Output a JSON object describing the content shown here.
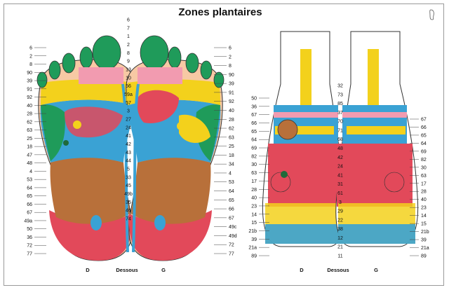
{
  "title": "Zones plantaires",
  "footer": {
    "d": "D",
    "dessous": "Dessous",
    "g": "G"
  },
  "sole_view": {
    "left_numbers": [
      "6",
      "2",
      "8",
      "90",
      "39",
      "91",
      "92",
      "40",
      "28",
      "62",
      "63",
      "25",
      "18",
      "47",
      "48",
      "4",
      "53",
      "64",
      "65",
      "66",
      "67",
      "49a",
      "50",
      "36",
      "72",
      "77"
    ],
    "right_numbers": [
      "6",
      "2",
      "8",
      "90",
      "39",
      "91",
      "92",
      "40",
      "28",
      "62",
      "63",
      "25",
      "18",
      "34",
      "4",
      "53",
      "64",
      "65",
      "66",
      "67",
      "49c",
      "49d",
      "72",
      "77"
    ],
    "center_numbers": [
      "6",
      "7",
      "1",
      "2",
      "8",
      "9",
      "13",
      "10",
      "56",
      "59a",
      "57",
      "3",
      "27",
      "24",
      "41",
      "42",
      "43",
      "44",
      "5",
      "33",
      "45",
      "49b",
      "35",
      "46",
      "74"
    ]
  },
  "ankle_view": {
    "left_numbers": [
      "50",
      "36",
      "67",
      "66",
      "65",
      "64",
      "69",
      "82",
      "30",
      "63",
      "17",
      "28",
      "40",
      "23",
      "14",
      "15",
      "21b",
      "39",
      "21a",
      "89"
    ],
    "center_numbers": [
      "32",
      "73",
      "85",
      "37",
      "70",
      "71",
      "68",
      "48",
      "42",
      "24",
      "41",
      "31",
      "61",
      "3",
      "29",
      "22",
      "38",
      "12",
      "21",
      "11"
    ],
    "right_numbers": [
      "67",
      "66",
      "65",
      "64",
      "69",
      "82",
      "30",
      "63",
      "17",
      "28",
      "40",
      "23",
      "14",
      "15",
      "21b",
      "39",
      "21a",
      "89"
    ]
  },
  "colors": {
    "green": "#1f9b5a",
    "pink": "#f29bb0",
    "red": "#e2495a",
    "blue": "#3aa2d4",
    "yellow": "#f3d11c",
    "brown": "#b8703a",
    "peach": "#f7c9a4"
  }
}
